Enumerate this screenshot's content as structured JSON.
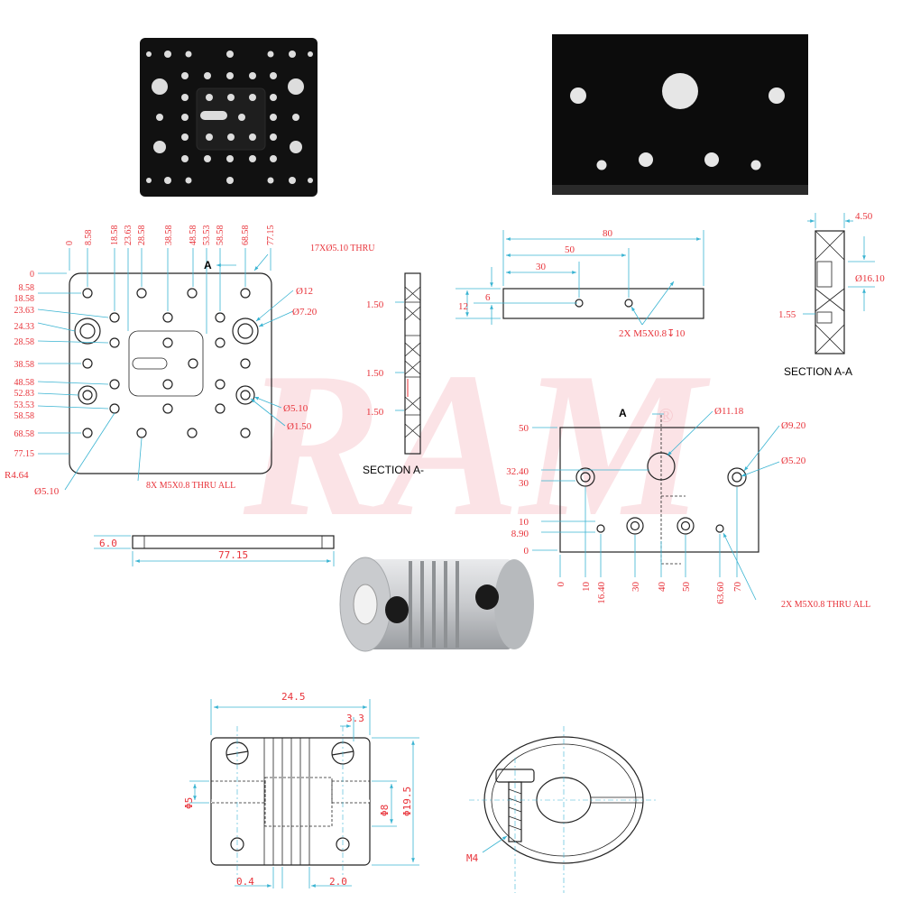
{
  "watermark": "RAM",
  "watermark_mark": "®",
  "plate_drawing": {
    "top_dims": [
      "0",
      "8.58",
      "18.58",
      "23.63",
      "28.58",
      "38.58",
      "48.58",
      "53.53",
      "58.58",
      "68.58",
      "77.15"
    ],
    "left_dims": [
      "0",
      "8.58",
      "18.58",
      "23.63",
      "24.33",
      "28.58",
      "38.58",
      "48.58",
      "52.83",
      "53.53",
      "58.58",
      "68.58",
      "77.15"
    ],
    "section_marker": "A",
    "callouts": {
      "thru_holes": "17XØ5.10 THRU",
      "d12": "Ø12",
      "d720": "Ø7.20",
      "d510": "Ø5.10",
      "d150": "Ø1.50",
      "radius": "R4.64",
      "d510_bottom": "Ø5.10",
      "tapped": "8X M5X0.8 THRU ALL"
    },
    "thickness": "6.0",
    "length": "77.15"
  },
  "section_plate": {
    "dims": [
      "1.50",
      "1.50",
      "1.50"
    ],
    "label": "SECTION A-"
  },
  "mount_side_view": {
    "dims": {
      "d80": "80",
      "d50": "50",
      "d30": "30",
      "d6": "6",
      "d12": "12"
    },
    "callout": "2X M5X0.8↧10"
  },
  "mount_section": {
    "dims": {
      "d450": "4.50",
      "d1610": "Ø16.10",
      "d155": "1.55"
    },
    "label": "SECTION A-A"
  },
  "mount_front": {
    "section_marker": "A",
    "left_dims": [
      "50",
      "32.40",
      "30",
      "10",
      "8.90",
      "0"
    ],
    "bottom_dims": [
      "0",
      "10",
      "16.40",
      "30",
      "40",
      "50",
      "63.60",
      "70"
    ],
    "callouts": {
      "d1118": "Ø11.18",
      "d920": "Ø9.20",
      "d520": "Ø5.20",
      "tapped": "2X M5X0.8 THRU ALL"
    }
  },
  "coupler_drawing": {
    "dims": {
      "length": "24.5",
      "d33": "3.3",
      "bore_left": "Φ5",
      "bore_right": "Φ8",
      "outer": "Φ19.5",
      "slot": "0.4",
      "slot_pitch": "2.0",
      "screw": "M4"
    }
  }
}
